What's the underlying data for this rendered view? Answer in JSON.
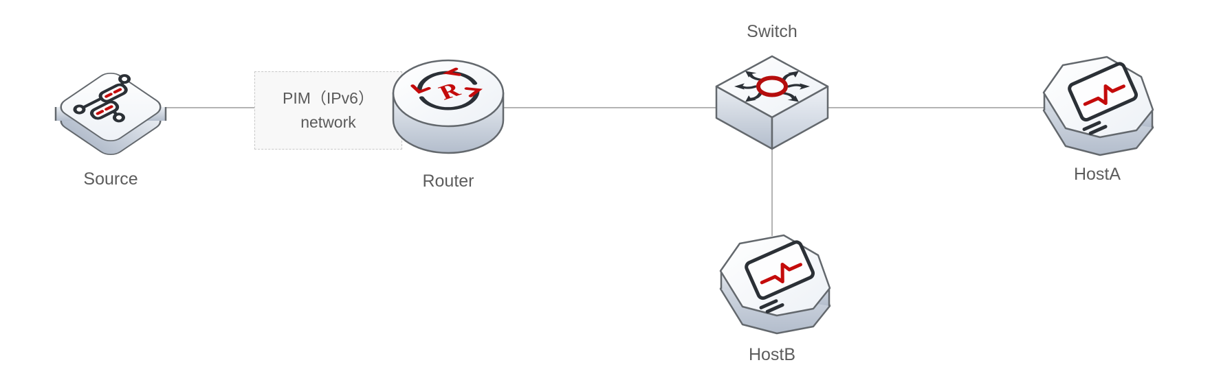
{
  "diagram": {
    "type": "network-topology",
    "description_visible_text_only": true
  },
  "nodes": {
    "source": {
      "label": "Source",
      "icon": "source-server-icon"
    },
    "router": {
      "label": "Router",
      "icon": "router-cylinder-icon",
      "icon_letter": "R"
    },
    "switch": {
      "label": "Switch",
      "icon": "switch-diamond-icon"
    },
    "hosta": {
      "label": "HostA",
      "icon": "host-monitor-icon"
    },
    "hostb": {
      "label": "HostB",
      "icon": "host-monitor-icon"
    }
  },
  "pim_box": {
    "line1": "PIM（IPv6）",
    "line2": "network"
  },
  "links": [
    {
      "from": "source",
      "to": "pim-network-box"
    },
    {
      "from": "router",
      "to": "switch"
    },
    {
      "from": "switch",
      "to": "hosta"
    },
    {
      "from": "switch",
      "to": "hostb"
    }
  ],
  "colors": {
    "icon_dark": "#2b3036",
    "icon_red": "#c40b0b",
    "ring_red": "#b50d0d",
    "node_stroke": "#63686d",
    "label_text": "#5c5c5c",
    "link_line": "#9a9a9a",
    "box_border": "#c7c7c7",
    "box_fill": "#f8f8f8"
  }
}
